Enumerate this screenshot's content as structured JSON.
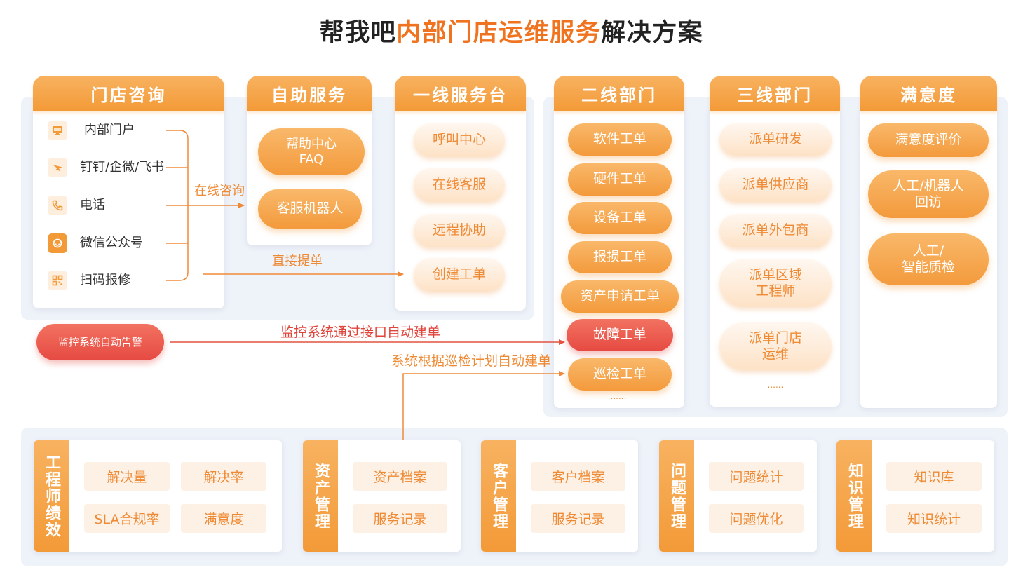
{
  "title": {
    "prefix": "帮我吧",
    "highlight": "内部门店运维服务",
    "suffix": "解决方案"
  },
  "colors": {
    "accent": "#f39a38",
    "accent_light": "#fdeede",
    "alert": "#e9524a",
    "title_highlight": "#f0731f",
    "text": "#333333",
    "panel_bg": "#eef2f9"
  },
  "consult": {
    "header": "门店咨询",
    "items": [
      {
        "label": "内部门户",
        "icon": "monitor-icon"
      },
      {
        "label": "钉钉/企微/飞书",
        "icon": "dingtalk-icon"
      },
      {
        "label": "电话",
        "icon": "phone-icon"
      },
      {
        "label": "微信公众号",
        "icon": "wechat-official-icon"
      },
      {
        "label": "扫码报修",
        "icon": "qr-code-icon"
      }
    ]
  },
  "self_service": {
    "header": "自助服务",
    "items": [
      "帮助中心\nFAQ",
      "客服机器人"
    ]
  },
  "front_desk": {
    "header": "一线服务台",
    "items": [
      "呼叫中心",
      "在线客服",
      "远程协助",
      "创建工单"
    ]
  },
  "second_line": {
    "header": "二线部门",
    "items": [
      "软件工单",
      "硬件工单",
      "设备工单",
      "报损工单",
      "资产申请工单",
      "故障工单",
      "巡检工单"
    ],
    "more": "......"
  },
  "third_line": {
    "header": "三线部门",
    "items": [
      "派单研发",
      "派单供应商",
      "派单外包商",
      "派单区域\n工程师",
      "派单门店\n运维"
    ],
    "more": "......"
  },
  "satisfaction": {
    "header": "满意度",
    "items": [
      "满意度评价",
      "人工/机器人\n回访",
      "人工/\n智能质检"
    ]
  },
  "flows": {
    "online_consult": "在线咨询",
    "direct_ticket": "直接提单",
    "monitor_auto": "监控系统通过接口自动建单",
    "inspection_auto": "系统根据巡检计划自动建单"
  },
  "alert": {
    "label": "监控系统自动告警"
  },
  "modules": [
    {
      "title": "工程师绩效",
      "items": [
        "解决量",
        "解决率",
        "SLA合规率",
        "满意度"
      ]
    },
    {
      "title": "资产管理",
      "items": [
        "资产档案",
        "服务记录"
      ]
    },
    {
      "title": "客户管理",
      "items": [
        "客户档案",
        "服务记录"
      ]
    },
    {
      "title": "问题管理",
      "items": [
        "问题统计",
        "问题优化"
      ]
    },
    {
      "title": "知识管理",
      "items": [
        "知识库",
        "知识统计"
      ]
    }
  ]
}
